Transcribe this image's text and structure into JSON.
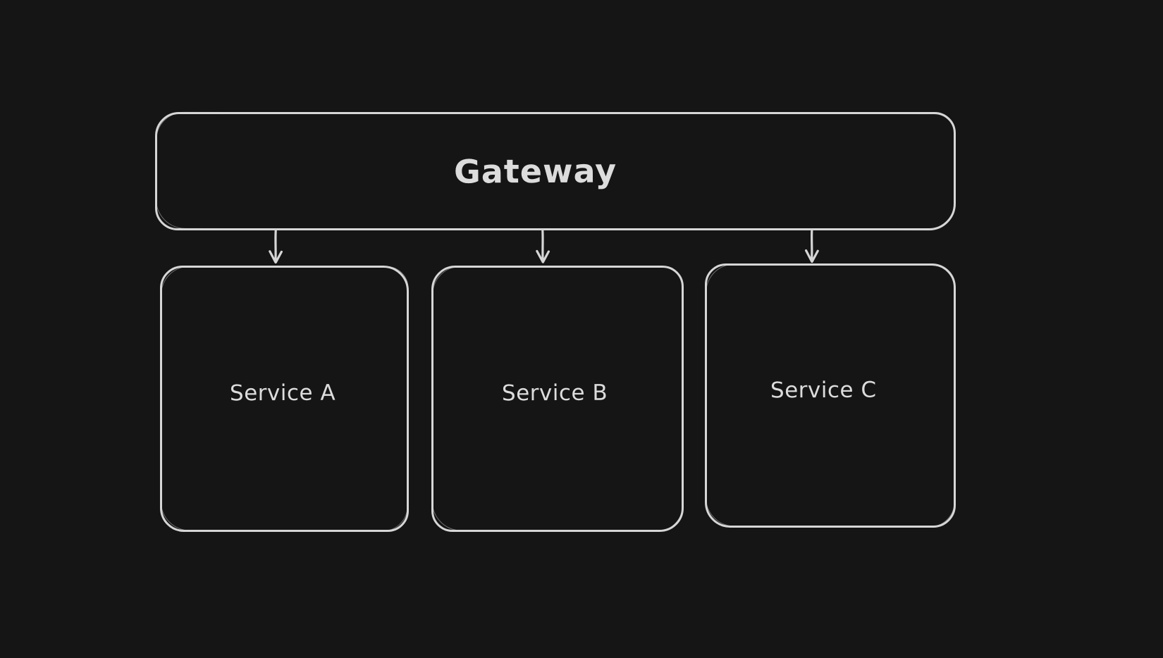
{
  "diagram": {
    "type": "flowchart",
    "nodes": [
      {
        "id": "gateway",
        "label": "Gateway"
      },
      {
        "id": "service-a",
        "label": "Service A"
      },
      {
        "id": "service-b",
        "label": "Service B"
      },
      {
        "id": "service-c",
        "label": "Service C"
      }
    ],
    "edges": [
      {
        "from": "gateway",
        "to": "service-a",
        "style": "arrow-down"
      },
      {
        "from": "gateway",
        "to": "service-b",
        "style": "arrow-down"
      },
      {
        "from": "gateway",
        "to": "service-c",
        "style": "arrow-down"
      }
    ],
    "colors": {
      "canvas_background": "#151515",
      "shape_stroke": "#d6d6d6",
      "label_text": "#dcdcdc"
    }
  }
}
